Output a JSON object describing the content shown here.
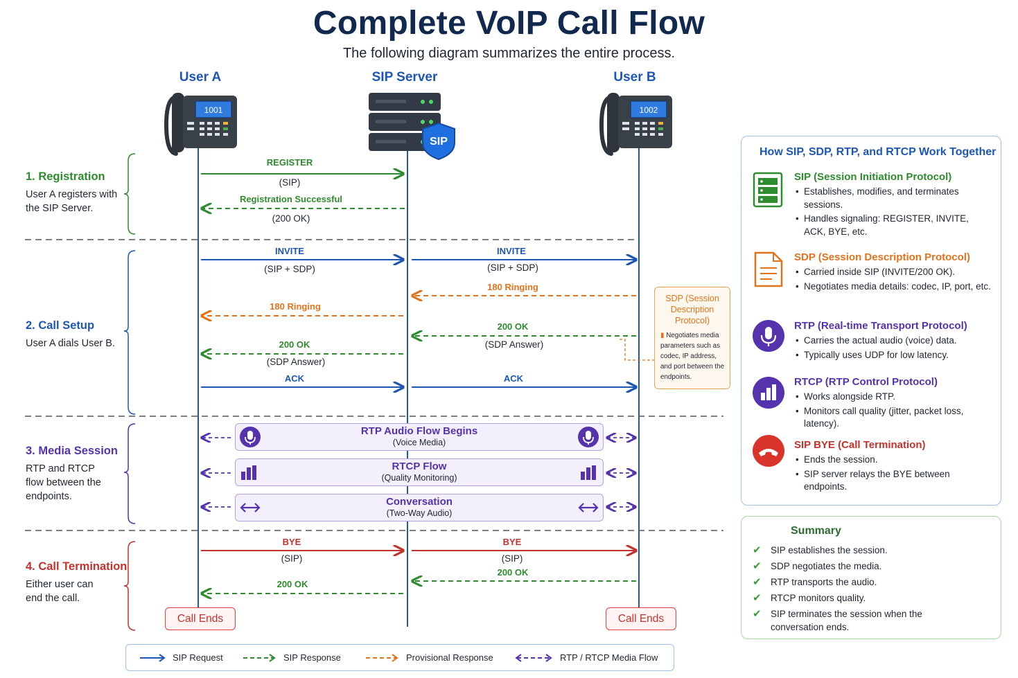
{
  "title": "Complete VoIP Call Flow",
  "subtitle": "The following diagram summarizes the entire process.",
  "actors": {
    "user_a": {
      "label": "User A",
      "ext": "1001"
    },
    "server": {
      "label": "SIP Server",
      "badge": "SIP"
    },
    "user_b": {
      "label": "User B",
      "ext": "1002"
    }
  },
  "phases": [
    {
      "title": "1. Registration",
      "desc": "User A registers with the SIP Server.",
      "color": "#2e8b2e"
    },
    {
      "title": "2. Call Setup",
      "desc": "User A dials User B.",
      "color": "#1c57b5"
    },
    {
      "title": "3. Media Session",
      "desc": "RTP and RTCP flow between the endpoints.",
      "color": "#5433ad"
    },
    {
      "title": "4. Call Termination",
      "desc": "Either user can end the call.",
      "color": "#c3322c"
    }
  ],
  "messages": {
    "register": {
      "label": "REGISTER",
      "sub": "(SIP)"
    },
    "reg_ok": {
      "label": "Registration Successful",
      "sub": "(200 OK)"
    },
    "invite_a": {
      "label": "INVITE",
      "sub": "(SIP + SDP)"
    },
    "invite_b": {
      "label": "INVITE",
      "sub": "(SIP + SDP)"
    },
    "ringing_b": {
      "label": "180 Ringing"
    },
    "ringing_a": {
      "label": "180 Ringing"
    },
    "ok_b": {
      "label": "200 OK",
      "sub": "(SDP Answer)"
    },
    "ok_a": {
      "label": "200 OK",
      "sub": "(SDP Answer)"
    },
    "ack_a": {
      "label": "ACK"
    },
    "ack_b": {
      "label": "ACK"
    },
    "bye_a": {
      "label": "BYE",
      "sub": "(SIP)"
    },
    "bye_b": {
      "label": "BYE",
      "sub": "(SIP)"
    },
    "bye_ok_b": {
      "label": "200 OK"
    },
    "bye_ok_a": {
      "label": "200 OK"
    }
  },
  "media": [
    {
      "title": "RTP Audio Flow Begins",
      "sub": "(Voice Media)",
      "icon": "microphone-icon"
    },
    {
      "title": "RTCP Flow",
      "sub": "(Quality Monitoring)",
      "icon": "bar-chart-icon"
    },
    {
      "title": "Conversation",
      "sub": "(Two-Way Audio)",
      "icon": "two-way-arrow-icon"
    }
  ],
  "sdp_note": {
    "title": "SDP (Session Description Protocol)",
    "body": "Negotiates media parameters such as codec, IP address, and port between the endpoints."
  },
  "call_ends": {
    "left": "Call Ends",
    "right": "Call Ends"
  },
  "protocols_panel": {
    "title": "How SIP, SDP, RTP, and RTCP Work Together",
    "items": [
      {
        "title": "SIP (Session Initiation Protocol)",
        "color": "#2e8b2e",
        "icon": "server-icon",
        "bullets": [
          "Establishes, modifies, and terminates sessions.",
          "Handles signaling: REGISTER, INVITE, ACK, BYE, etc."
        ]
      },
      {
        "title": "SDP (Session Description Protocol)",
        "color": "#e2731d",
        "icon": "document-icon",
        "bullets": [
          "Carried inside SIP (INVITE/200 OK).",
          "Negotiates media details: codec, IP, port, etc."
        ]
      },
      {
        "title": "RTP (Real-time Transport Protocol)",
        "color": "#5433ad",
        "icon": "microphone-icon",
        "bullets": [
          "Carries the actual audio (voice) data.",
          "Typically uses UDP for low latency."
        ]
      },
      {
        "title": "RTCP (RTP Control Protocol)",
        "color": "#5433ad",
        "icon": "bar-chart-icon",
        "bullets": [
          "Works alongside RTP.",
          "Monitors call quality (jitter, packet loss, latency)."
        ]
      },
      {
        "title": "SIP BYE (Call Termination)",
        "color": "#c3322c",
        "icon": "hang-up-icon",
        "bullets": [
          "Ends the session.",
          "SIP server relays the BYE between endpoints."
        ]
      }
    ]
  },
  "summary": {
    "title": "Summary",
    "items": [
      "SIP establishes the session.",
      "SDP negotiates the media.",
      "RTP transports the audio.",
      "RTCP monitors quality.",
      "SIP terminates the session when the conversation ends."
    ]
  },
  "legend": [
    {
      "label": "SIP Request",
      "color": "#1c57b5"
    },
    {
      "label": "SIP Response",
      "color": "#2e8b2e"
    },
    {
      "label": "Provisional Response",
      "color": "#e2731d"
    },
    {
      "label": "RTP / RTCP Media Flow",
      "color": "#5433ad"
    }
  ]
}
